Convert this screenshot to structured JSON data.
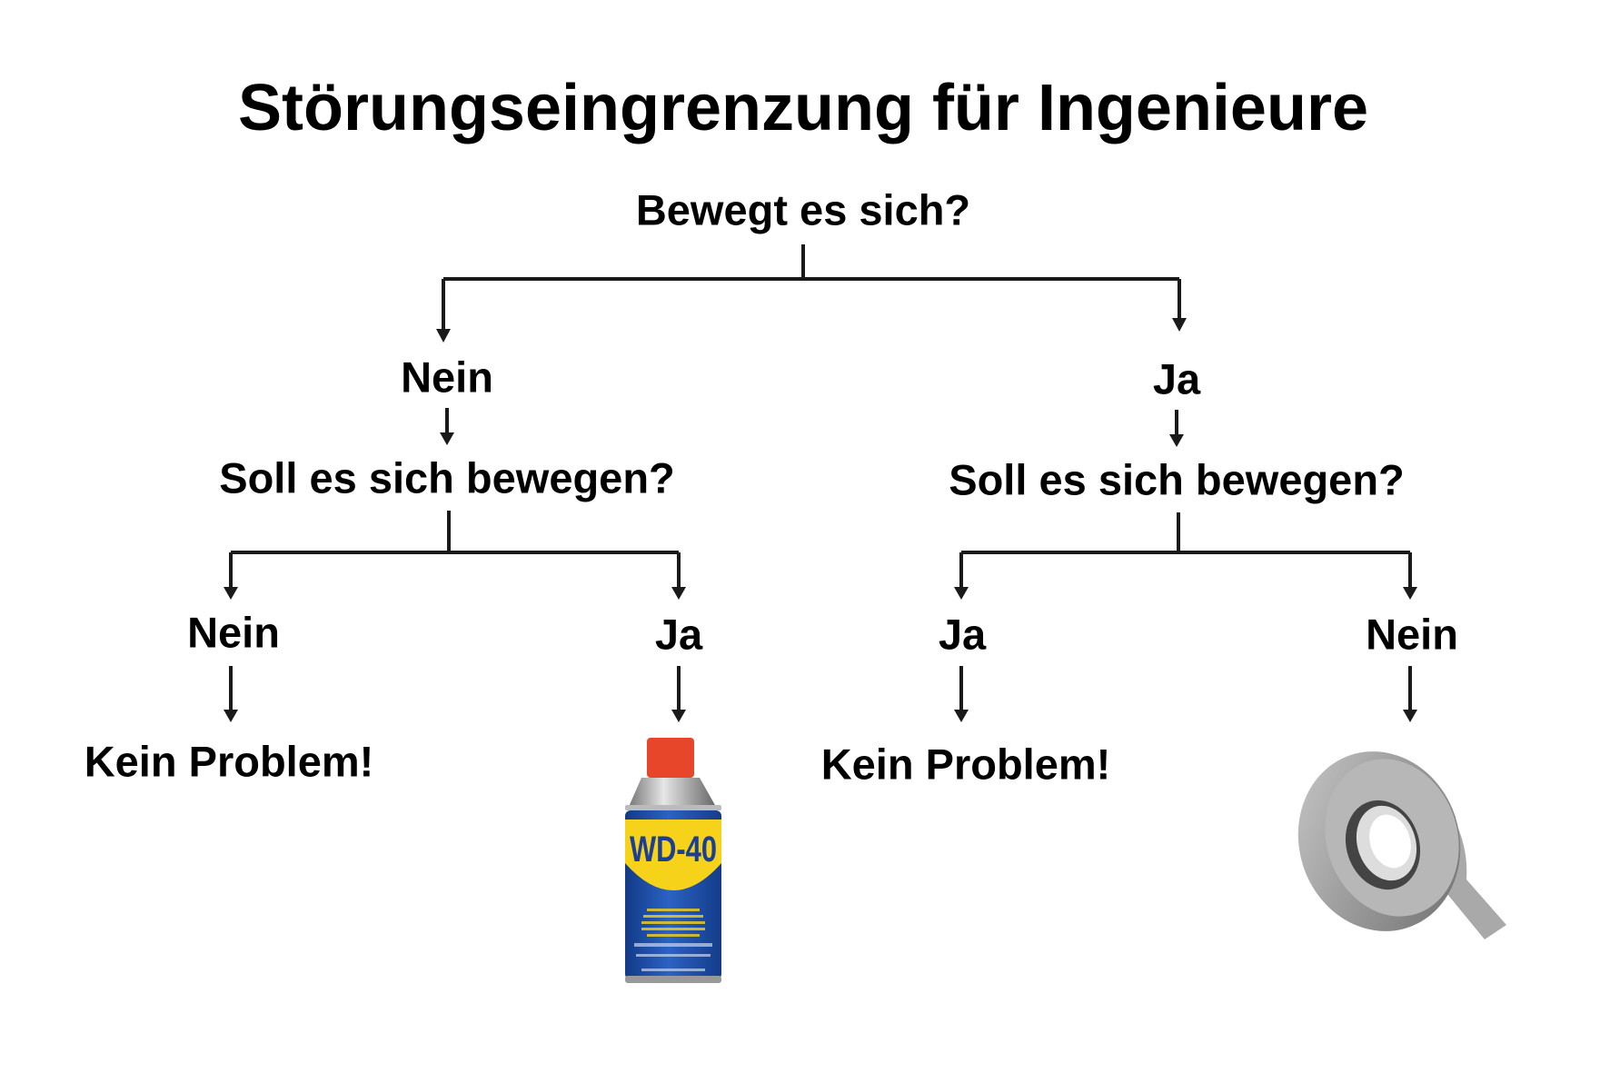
{
  "title": "Störungseingrenzung für Ingenieure",
  "root_question": "Bewegt es sich?",
  "left": {
    "answer": "Nein",
    "question": "Soll es sich bewegen?",
    "branch_a": {
      "answer": "Nein",
      "result": "Kein Problem!"
    },
    "branch_b": {
      "answer": "Ja",
      "result_image": "wd40-can",
      "result_text": "WD-40"
    }
  },
  "right": {
    "answer": "Ja",
    "question": "Soll es sich bewegen?",
    "branch_a": {
      "answer": "Ja",
      "result": "Kein Problem!"
    },
    "branch_b": {
      "answer": "Nein",
      "result_image": "duct-tape-roll"
    }
  },
  "colors": {
    "line": "#1a1a1a",
    "wd40_blue": "#1f4fa8",
    "wd40_yellow": "#f6d21a",
    "wd40_cap": "#e8462b",
    "tape": "#9a9a9a"
  }
}
